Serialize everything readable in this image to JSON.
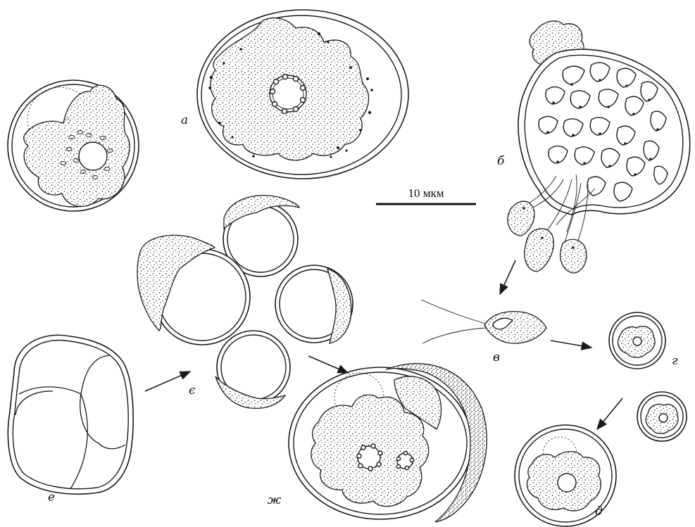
{
  "labels": {
    "a": "а",
    "b": "б",
    "v": "в",
    "g": "г",
    "d": "д",
    "e": "е",
    "ye": "є",
    "zh": "ж"
  },
  "scale_bar": {
    "text": "10 мкм"
  }
}
